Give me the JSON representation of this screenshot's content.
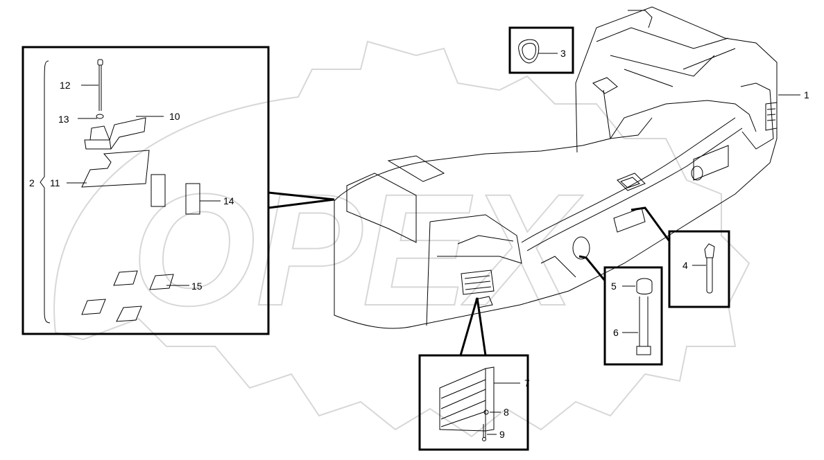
{
  "watermark": {
    "text": "OPEX",
    "color": "#d7d7d7"
  },
  "corner_mark": "",
  "callouts": {
    "1": "1",
    "2": "2",
    "3": "3",
    "4": "4",
    "5": "5",
    "6": "6",
    "7": "7",
    "8": "8",
    "9": "9",
    "10": "10",
    "11": "11",
    "12": "12",
    "13": "13",
    "14": "14",
    "15": "15"
  },
  "colors": {
    "line": "#000000",
    "background": "#ffffff"
  }
}
